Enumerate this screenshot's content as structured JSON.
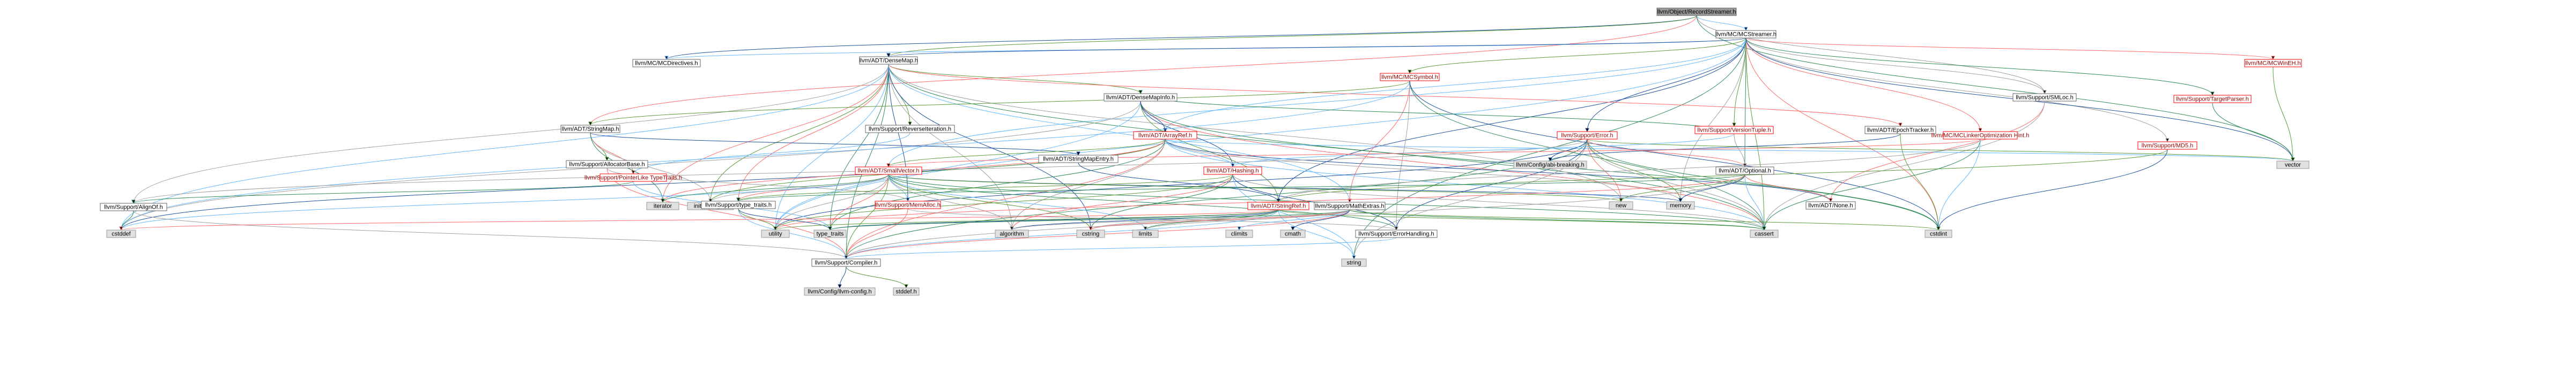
{
  "nodes": [
    {
      "id": "root",
      "label": "llvm/Object/RecordStreamer.h",
      "kind": "root"
    },
    {
      "id": "mcstreamer",
      "label": "llvm/MC/MCStreamer.h",
      "kind": "plain"
    },
    {
      "id": "mcdirectives",
      "label": "llvm/MC/MCDirectives.h",
      "kind": "plain"
    },
    {
      "id": "densemap",
      "label": "llvm/ADT/DenseMap.h",
      "kind": "plain"
    },
    {
      "id": "mcsymbol",
      "label": "llvm/MC/MCSymbol.h",
      "kind": "red"
    },
    {
      "id": "mcwineh",
      "label": "llvm/MC/MCWinEH.h",
      "kind": "red"
    },
    {
      "id": "smloc",
      "label": "llvm/Support/SMLoc.h",
      "kind": "plain"
    },
    {
      "id": "targetparser",
      "label": "llvm/Support/TargetParser.h",
      "kind": "red"
    },
    {
      "id": "densemapinfo",
      "label": "llvm/ADT/DenseMapInfo.h",
      "kind": "plain"
    },
    {
      "id": "reverseiter",
      "label": "llvm/Support/ReverseIteration.h",
      "kind": "plain"
    },
    {
      "id": "stringmap",
      "label": "llvm/ADT/StringMap.h",
      "kind": "plain"
    },
    {
      "id": "arrayref",
      "label": "llvm/ADT/ArrayRef.h",
      "kind": "red"
    },
    {
      "id": "error",
      "label": "llvm/Support/Error.h",
      "kind": "red"
    },
    {
      "id": "versiontuple",
      "label": "llvm/Support/VersionTuple.h",
      "kind": "red"
    },
    {
      "id": "epochtracker",
      "label": "llvm/ADT/EpochTracker.h",
      "kind": "plain"
    },
    {
      "id": "mclinker",
      "label": "llvm/MC/MCLinkerOptimization Hint.h",
      "kind": "red"
    },
    {
      "id": "md5",
      "label": "llvm/Support/MD5.h",
      "kind": "red"
    },
    {
      "id": "allocatorbase",
      "label": "llvm/Support/AllocatorBase.h",
      "kind": "plain"
    },
    {
      "id": "ptrliketypetraits",
      "label": "llvm/Support/PointerLike TypeTraits.h",
      "kind": "red"
    },
    {
      "id": "stringmapentry",
      "label": "llvm/ADT/StringMapEntry.h",
      "kind": "plain"
    },
    {
      "id": "smallvector",
      "label": "llvm/ADT/SmallVector.h",
      "kind": "red"
    },
    {
      "id": "hashing",
      "label": "llvm/ADT/Hashing.h",
      "kind": "red"
    },
    {
      "id": "abibreaking",
      "label": "llvm/Config/abi-breaking.h",
      "kind": "sys"
    },
    {
      "id": "optional",
      "label": "llvm/ADT/Optional.h",
      "kind": "plain"
    },
    {
      "id": "vector",
      "label": "vector",
      "kind": "sys"
    },
    {
      "id": "alignof",
      "label": "llvm/Support/AlignOf.h",
      "kind": "plain"
    },
    {
      "id": "iterator",
      "label": "iterator",
      "kind": "sys"
    },
    {
      "id": "initlist",
      "label": "initializer_list",
      "kind": "sys"
    },
    {
      "id": "typetraits_h",
      "label": "llvm/Support/type_traits.h",
      "kind": "plain"
    },
    {
      "id": "memalloc",
      "label": "llvm/Support/MemAlloc.h",
      "kind": "red"
    },
    {
      "id": "stringref",
      "label": "llvm/ADT/StringRef.h",
      "kind": "red"
    },
    {
      "id": "mathextras",
      "label": "llvm/Support/MathExtras.h",
      "kind": "plain"
    },
    {
      "id": "new",
      "label": "new",
      "kind": "sys"
    },
    {
      "id": "memory",
      "label": "memory",
      "kind": "sys"
    },
    {
      "id": "none",
      "label": "llvm/ADT/None.h",
      "kind": "plain"
    },
    {
      "id": "cstddef",
      "label": "cstddef",
      "kind": "sys"
    },
    {
      "id": "utility",
      "label": "utility",
      "kind": "sys"
    },
    {
      "id": "typetraits",
      "label": "type_traits",
      "kind": "sys"
    },
    {
      "id": "algorithm",
      "label": "algorithm",
      "kind": "sys"
    },
    {
      "id": "cstring",
      "label": "cstring",
      "kind": "sys"
    },
    {
      "id": "limits",
      "label": "limits",
      "kind": "sys"
    },
    {
      "id": "climits",
      "label": "climits",
      "kind": "sys"
    },
    {
      "id": "cmath",
      "label": "cmath",
      "kind": "sys"
    },
    {
      "id": "errorhandling",
      "label": "llvm/Support/ErrorHandling.h",
      "kind": "plain"
    },
    {
      "id": "cassert",
      "label": "cassert",
      "kind": "sys"
    },
    {
      "id": "cstdint",
      "label": "cstdint",
      "kind": "sys"
    },
    {
      "id": "compiler",
      "label": "llvm/Support/Compiler.h",
      "kind": "plain"
    },
    {
      "id": "string",
      "label": "string",
      "kind": "sys"
    },
    {
      "id": "llvmconfig",
      "label": "llvm/Config/llvm-config.h",
      "kind": "sys"
    },
    {
      "id": "stddef",
      "label": "stddef.h",
      "kind": "sys"
    }
  ],
  "edges": [
    [
      "root",
      "mcstreamer"
    ],
    [
      "root",
      "mcdirectives"
    ],
    [
      "root",
      "densemap"
    ],
    [
      "root",
      "stringmap"
    ],
    [
      "root",
      "smloc"
    ],
    [
      "root",
      "vector"
    ],
    [
      "mcstreamer",
      "mcdirectives"
    ],
    [
      "mcstreamer",
      "densemap"
    ],
    [
      "mcstreamer",
      "mcsymbol"
    ],
    [
      "mcstreamer",
      "mcwineh"
    ],
    [
      "mcstreamer",
      "smloc"
    ],
    [
      "mcstreamer",
      "targetparser"
    ],
    [
      "mcstreamer",
      "arrayref"
    ],
    [
      "mcstreamer",
      "error"
    ],
    [
      "mcstreamer",
      "versiontuple"
    ],
    [
      "mcstreamer",
      "mclinker"
    ],
    [
      "mcstreamer",
      "md5"
    ],
    [
      "mcstreamer",
      "optional"
    ],
    [
      "mcstreamer",
      "smallvector"
    ],
    [
      "mcstreamer",
      "stringref"
    ],
    [
      "mcstreamer",
      "cassert"
    ],
    [
      "mcstreamer",
      "cstdint"
    ],
    [
      "mcstreamer",
      "memory"
    ],
    [
      "mcstreamer",
      "string"
    ],
    [
      "mcstreamer",
      "utility"
    ],
    [
      "mcstreamer",
      "vector"
    ],
    [
      "densemap",
      "densemapinfo"
    ],
    [
      "densemap",
      "epochtracker"
    ],
    [
      "densemap",
      "alignof"
    ],
    [
      "densemap",
      "compiler"
    ],
    [
      "densemap",
      "mathextras"
    ],
    [
      "densemap",
      "memalloc"
    ],
    [
      "densemap",
      "reverseiter"
    ],
    [
      "densemap",
      "typetraits_h"
    ],
    [
      "densemap",
      "algorithm"
    ],
    [
      "densemap",
      "cassert"
    ],
    [
      "densemap",
      "cstddef"
    ],
    [
      "densemap",
      "cstring"
    ],
    [
      "densemap",
      "initlist"
    ],
    [
      "densemap",
      "iterator"
    ],
    [
      "densemap",
      "new"
    ],
    [
      "densemap",
      "typetraits"
    ],
    [
      "densemap",
      "utility"
    ],
    [
      "densemapinfo",
      "hashing"
    ],
    [
      "densemapinfo",
      "stringref"
    ],
    [
      "densemapinfo",
      "cassert"
    ],
    [
      "densemapinfo",
      "cstddef"
    ],
    [
      "densemapinfo",
      "cstdint"
    ],
    [
      "densemapinfo",
      "utility"
    ],
    [
      "densemapinfo",
      "arrayref"
    ],
    [
      "mcsymbol",
      "stringmap"
    ],
    [
      "mcsymbol",
      "mathextras"
    ],
    [
      "mcsymbol",
      "errorhandling"
    ],
    [
      "mcsymbol",
      "cassert"
    ],
    [
      "mcsymbol",
      "cstddef"
    ],
    [
      "mcsymbol",
      "cstdint"
    ],
    [
      "mcwineh",
      "vector"
    ],
    [
      "smloc",
      "none"
    ],
    [
      "smloc",
      "cassert"
    ],
    [
      "targetparser",
      "vector"
    ],
    [
      "reverseiter",
      "ptrliketypetraits"
    ],
    [
      "stringmap",
      "stringmapentry"
    ],
    [
      "stringmap",
      "allocatorbase"
    ],
    [
      "stringmap",
      "ptrliketypetraits"
    ],
    [
      "stringmap",
      "initlist"
    ],
    [
      "stringmap",
      "iterator"
    ],
    [
      "arrayref",
      "hashing"
    ],
    [
      "arrayref",
      "none"
    ],
    [
      "arrayref",
      "smallvector"
    ],
    [
      "arrayref",
      "compiler"
    ],
    [
      "arrayref",
      "algorithm"
    ],
    [
      "arrayref",
      "array"
    ],
    [
      "arrayref",
      "cassert"
    ],
    [
      "arrayref",
      "cstddef"
    ],
    [
      "arrayref",
      "initlist"
    ],
    [
      "arrayref",
      "iterator"
    ],
    [
      "arrayref",
      "memory"
    ],
    [
      "arrayref",
      "typetraits"
    ],
    [
      "arrayref",
      "vector"
    ],
    [
      "error",
      "abibreaking"
    ],
    [
      "error",
      "stringextras"
    ],
    [
      "error",
      "twine"
    ],
    [
      "error",
      "alignof"
    ],
    [
      "error",
      "compiler"
    ],
    [
      "error",
      "debug"
    ],
    [
      "error",
      "errorhandling"
    ],
    [
      "error",
      "errorOr"
    ],
    [
      "error",
      "format"
    ],
    [
      "error",
      "cassert"
    ],
    [
      "error",
      "cstdint"
    ],
    [
      "error",
      "cstdlib"
    ],
    [
      "error",
      "functional"
    ],
    [
      "error",
      "memory"
    ],
    [
      "error",
      "new"
    ],
    [
      "error",
      "string"
    ],
    [
      "error",
      "system_error"
    ],
    [
      "error",
      "type_traits"
    ],
    [
      "error",
      "utility"
    ],
    [
      "error",
      "vector"
    ],
    [
      "error",
      "optional"
    ],
    [
      "versiontuple",
      "optional"
    ],
    [
      "versiontuple",
      "densemapinfo"
    ],
    [
      "versiontuple",
      "hashing"
    ],
    [
      "epochtracker",
      "abibreaking"
    ],
    [
      "epochtracker",
      "cstdint"
    ],
    [
      "mclinker",
      "smallvector"
    ],
    [
      "mclinker",
      "stringref"
    ],
    [
      "mclinker",
      "cassert"
    ],
    [
      "mclinker",
      "cstdint"
    ],
    [
      "md5",
      "cstdint"
    ],
    [
      "md5",
      "stringref"
    ],
    [
      "allocatorbase",
      "compiler"
    ],
    [
      "allocatorbase",
      "memalloc"
    ],
    [
      "ptrliketypetraits",
      "alignof"
    ],
    [
      "ptrliketypetraits",
      "typetraits"
    ],
    [
      "stringmapentry",
      "stringref"
    ],
    [
      "smallvector",
      "compiler"
    ],
    [
      "smallvector",
      "typetraits_h"
    ],
    [
      "smallvector",
      "algorithm"
    ],
    [
      "smallvector",
      "cassert"
    ],
    [
      "smallvector",
      "cstddef"
    ],
    [
      "smallvector",
      "cstdlib"
    ],
    [
      "smallvector",
      "cstring"
    ],
    [
      "smallvector",
      "functional"
    ],
    [
      "smallvector",
      "initlist"
    ],
    [
      "smallvector",
      "iterator"
    ],
    [
      "smallvector",
      "limits"
    ],
    [
      "smallvector",
      "memory"
    ],
    [
      "smallvector",
      "new"
    ],
    [
      "smallvector",
      "typetraits"
    ],
    [
      "smallvector",
      "utility"
    ],
    [
      "smallvector",
      "errorhandling"
    ],
    [
      "smallvector",
      "memalloc"
    ],
    [
      "hashing",
      "errorhandling"
    ],
    [
      "hashing",
      "typetraits_h"
    ],
    [
      "hashing",
      "algorithm"
    ],
    [
      "hashing",
      "cassert"
    ],
    [
      "hashing",
      "cstring"
    ],
    [
      "hashing",
      "string"
    ],
    [
      "hashing",
      "tuple"
    ],
    [
      "hashing",
      "utility"
    ],
    [
      "optional",
      "none"
    ],
    [
      "optional",
      "compiler"
    ],
    [
      "optional",
      "typetraits_h"
    ],
    [
      "optional",
      "cassert"
    ],
    [
      "optional",
      "memory"
    ],
    [
      "optional",
      "new"
    ],
    [
      "optional",
      "utility"
    ],
    [
      "alignof",
      "compiler"
    ],
    [
      "alignof",
      "cstddef"
    ],
    [
      "typetraits_h",
      "compiler"
    ],
    [
      "typetraits_h",
      "typetraits"
    ],
    [
      "typetraits_h",
      "utility"
    ],
    [
      "memalloc",
      "compiler"
    ],
    [
      "memalloc",
      "errorhandling"
    ],
    [
      "memalloc",
      "cstdlib"
    ],
    [
      "stringref",
      "compiler"
    ],
    [
      "stringref",
      "algorithm"
    ],
    [
      "stringref",
      "cassert"
    ],
    [
      "stringref",
      "cstddef"
    ],
    [
      "stringref",
      "cstring"
    ],
    [
      "stringref",
      "limits"
    ],
    [
      "stringref",
      "string"
    ],
    [
      "stringref",
      "typetraits"
    ],
    [
      "stringref",
      "utility"
    ],
    [
      "mathextras",
      "compiler"
    ],
    [
      "mathextras",
      "algorithm"
    ],
    [
      "mathextras",
      "cassert"
    ],
    [
      "mathextras",
      "climits"
    ],
    [
      "mathextras",
      "cmath"
    ],
    [
      "mathextras",
      "cstdint"
    ],
    [
      "mathextras",
      "cstring"
    ],
    [
      "mathextras",
      "limits"
    ],
    [
      "mathextras",
      "typetraits"
    ],
    [
      "errorhandling",
      "compiler"
    ],
    [
      "compiler",
      "llvmconfig"
    ],
    [
      "compiler",
      "stddef"
    ]
  ]
}
